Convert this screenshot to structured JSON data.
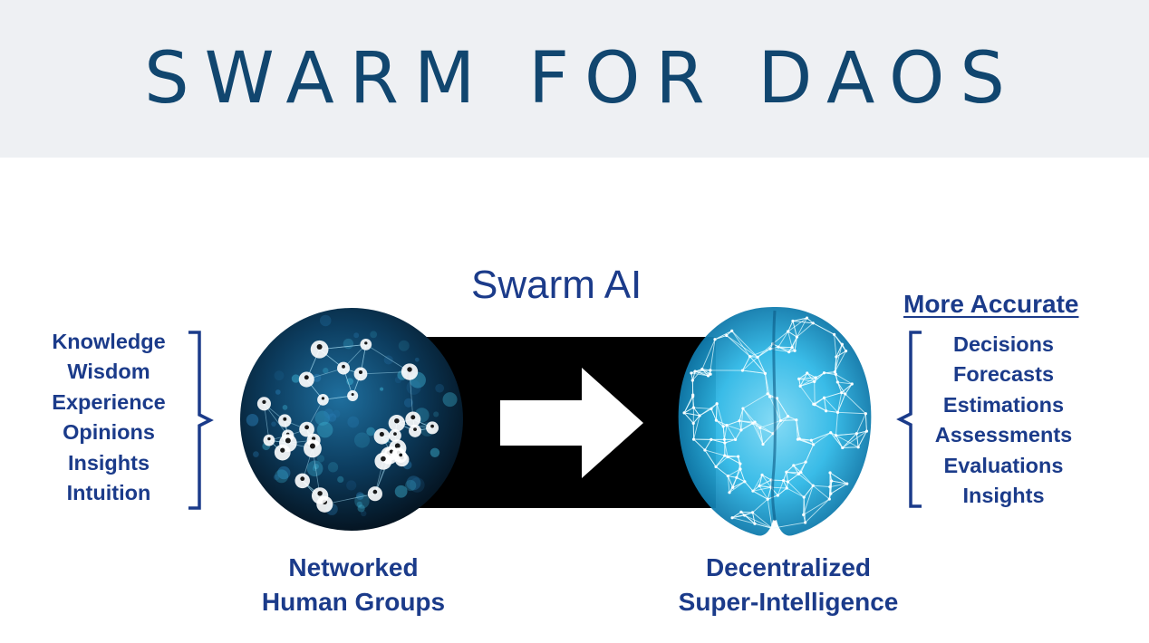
{
  "header": {
    "title": "SWARM FOR DAOS"
  },
  "diagram": {
    "center_label": "Swarm AI",
    "left_list": [
      "Knowledge",
      "Wisdom",
      "Experience",
      "Opinions",
      "Insights",
      "Intuition"
    ],
    "right_heading": "More Accurate",
    "right_list": [
      "Decisions",
      "Forecasts",
      "Estimations",
      "Assessments",
      "Evaluations",
      "Insights"
    ],
    "left_caption": [
      "Networked",
      "Human Groups"
    ],
    "right_caption": [
      "Decentralized",
      "Super-Intelligence"
    ]
  },
  "colors": {
    "header_bg": "#eef0f3",
    "title": "#11466f",
    "text_blue": "#1b3b8a",
    "arrow_band": "#000000",
    "network_glow": "#1f6f9e",
    "brain_glow": "#2fb8e6"
  },
  "icons": [
    "networked-groups-image",
    "right-arrow-icon",
    "brain-network-image",
    "left-bracket-icon",
    "right-bracket-icon"
  ]
}
